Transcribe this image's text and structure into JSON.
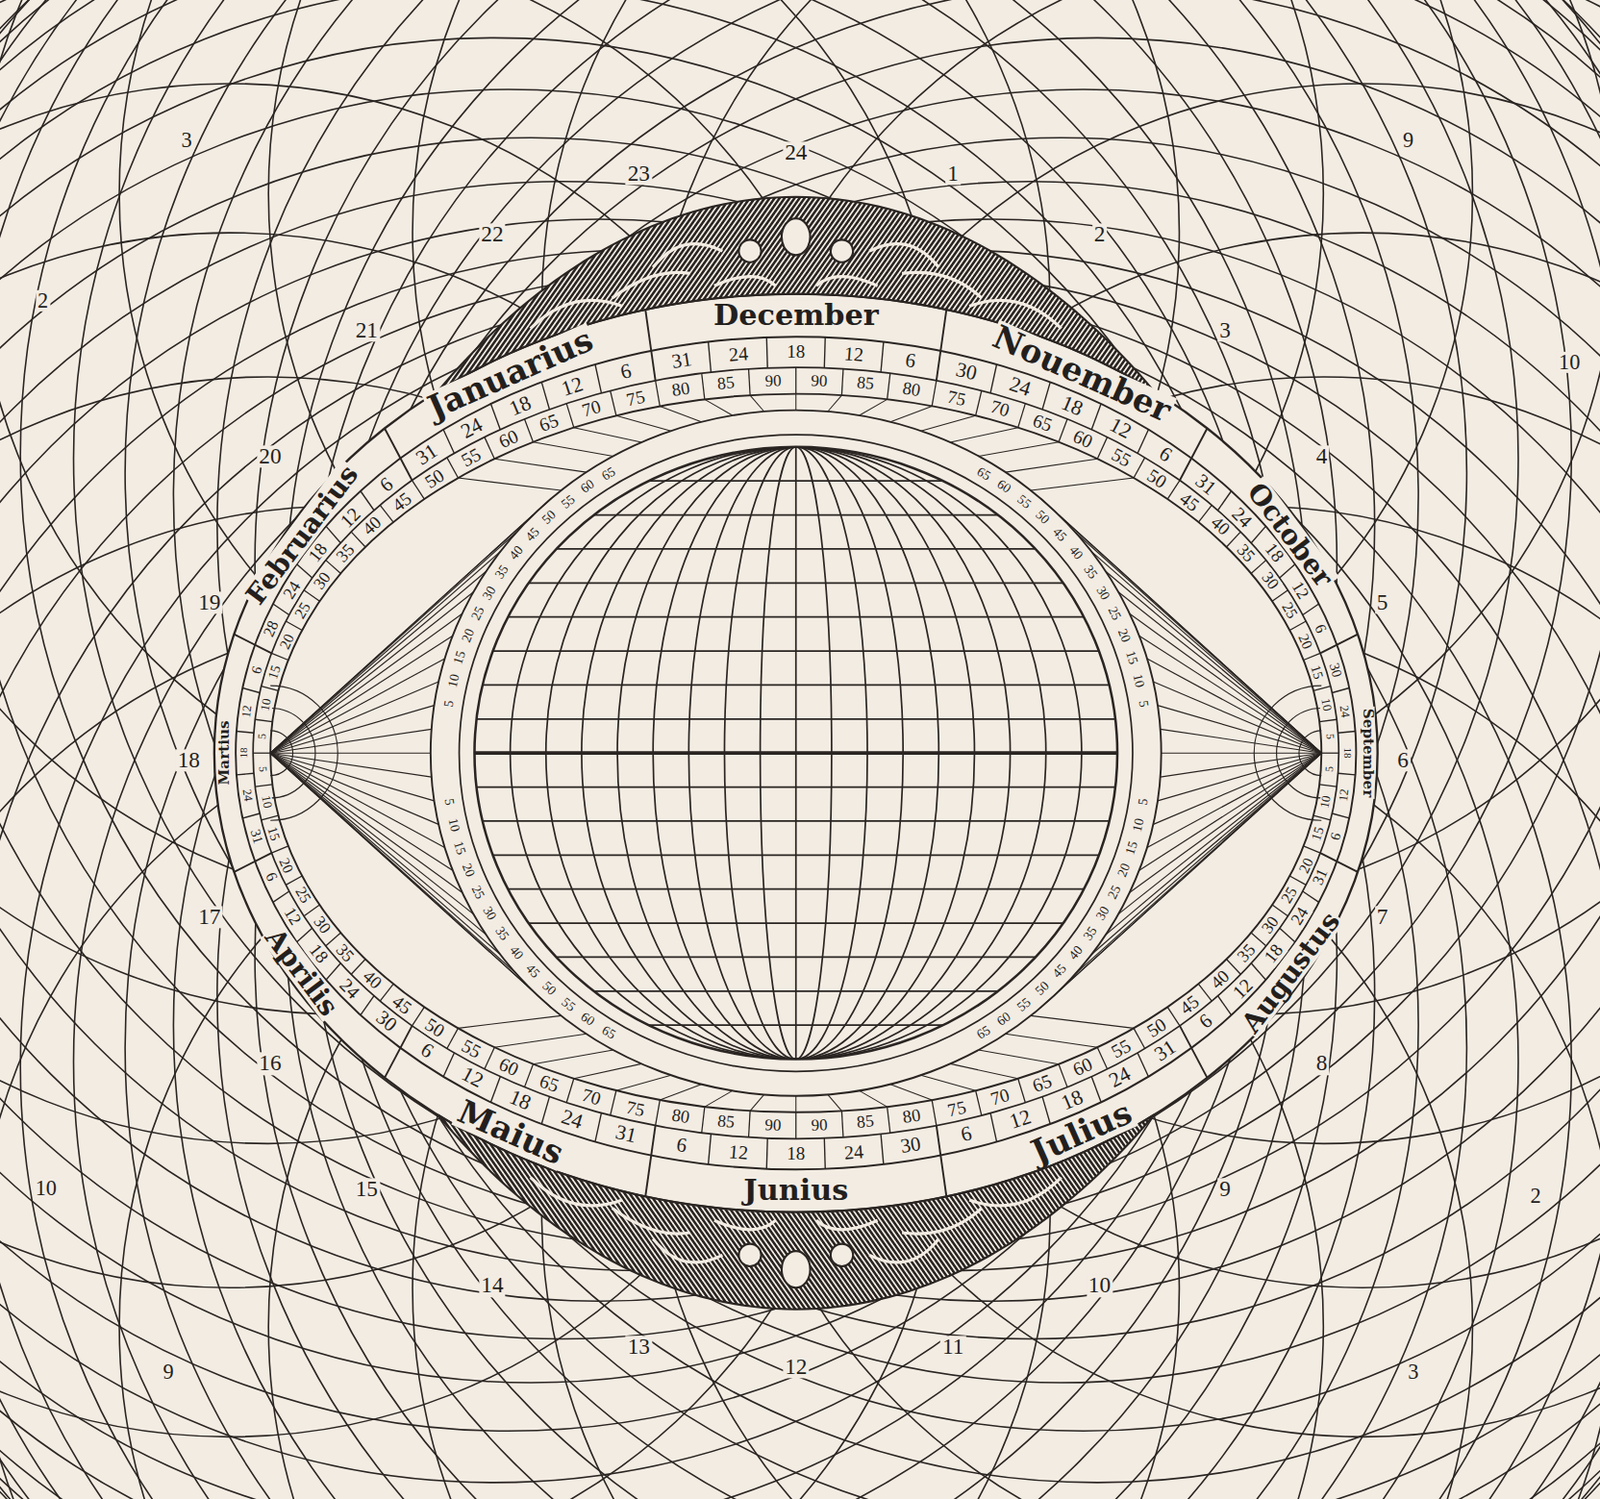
{
  "diagram": {
    "labels": [
      "24",
      "1",
      "2",
      "3",
      "4",
      "5",
      "6",
      "7",
      "8",
      "9",
      "10",
      "11",
      "12",
      "13",
      "14",
      "15",
      "16",
      "17",
      "18",
      "19",
      "20",
      "21",
      "22",
      "23",
      "3",
      "9",
      "2",
      "10",
      "10",
      "9",
      "3",
      "2",
      "December",
      "Nouember",
      "October",
      "September",
      "Augustus",
      "Julius",
      "Junius",
      "Maius",
      "Aprilis",
      "Martius",
      "Februarius",
      "Januarius",
      "6",
      "12",
      "18",
      "24",
      "31",
      "6",
      "12",
      "18",
      "24",
      "30",
      "6",
      "12",
      "18",
      "24",
      "31",
      "6",
      "12",
      "18",
      "24",
      "30",
      "6",
      "12",
      "18",
      "24",
      "31",
      "6",
      "12",
      "18",
      "24",
      "31",
      "6",
      "12",
      "18",
      "24",
      "30",
      "6",
      "12",
      "18",
      "24",
      "31",
      "6",
      "12",
      "18",
      "24",
      "30",
      "6",
      "12",
      "18",
      "24",
      "31",
      "6",
      "12",
      "18",
      "24",
      "28",
      "6",
      "12",
      "18",
      "24",
      "31",
      "5",
      "10",
      "15",
      "20",
      "25",
      "30",
      "35",
      "40",
      "45",
      "50",
      "55",
      "60",
      "65",
      "70",
      "75",
      "80",
      "85",
      "90",
      "5",
      "10",
      "15",
      "20",
      "25",
      "30",
      "35",
      "40",
      "45",
      "50",
      "55",
      "60",
      "65",
      "70",
      "75",
      "80",
      "85",
      "90",
      "5",
      "10",
      "15",
      "20",
      "25",
      "30",
      "35",
      "40",
      "45",
      "50",
      "55",
      "60",
      "65",
      "70",
      "75",
      "80",
      "85",
      "90",
      "5",
      "10",
      "15",
      "20",
      "25",
      "30",
      "35",
      "40",
      "45",
      "50",
      "55",
      "60",
      "65",
      "70",
      "75",
      "80",
      "85",
      "90",
      "5",
      "10",
      "15",
      "20",
      "25",
      "30",
      "35",
      "40",
      "45",
      "50",
      "55",
      "60",
      "65",
      "5",
      "10",
      "15",
      "20",
      "25",
      "30",
      "35",
      "40",
      "45",
      "50",
      "55",
      "60",
      "65",
      "5",
      "10",
      "15",
      "20",
      "25",
      "30",
      "35",
      "40",
      "45",
      "50",
      "55",
      "60",
      "65",
      "5",
      "10",
      "15",
      "20",
      "25",
      "30",
      "35",
      "40",
      "45",
      "50",
      "55",
      "60",
      "65"
    ]
  }
}
